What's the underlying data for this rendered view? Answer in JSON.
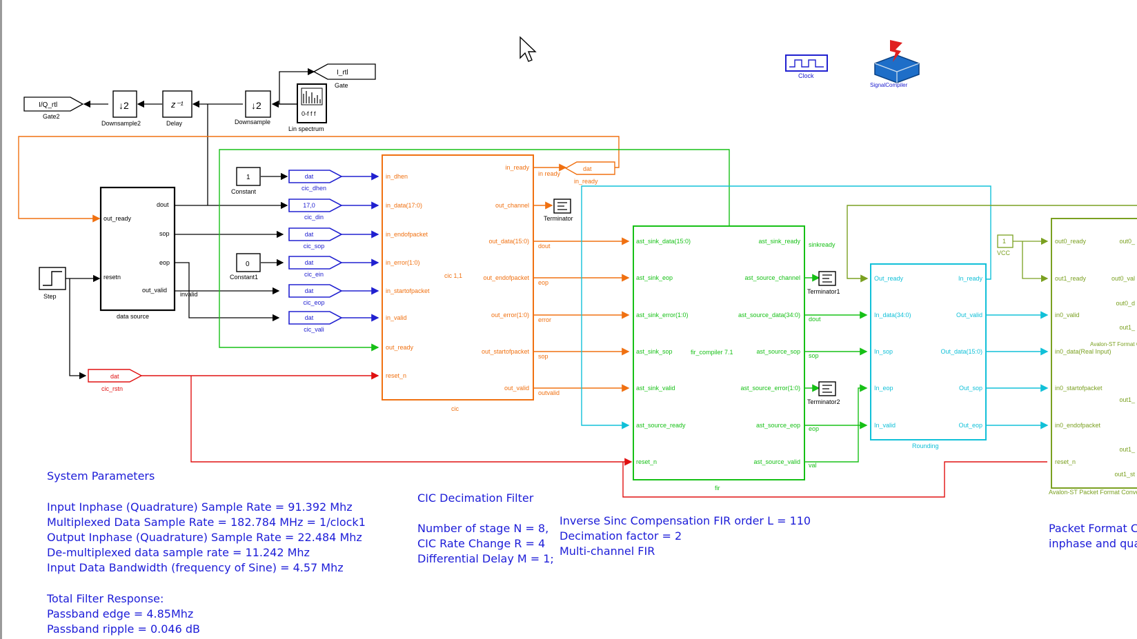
{
  "top_blocks": {
    "gate2": "I/Q_rtl",
    "gate2_caption": "Gate2",
    "downsample2": "Downsample2",
    "delay": "Delay",
    "downsample": "Downsample",
    "spectrum": "Lin spectrum",
    "gate": "I_rtl",
    "gate_caption": "Gate",
    "clock": "Clock",
    "signalcompiler": "SignalCompiler"
  },
  "source": {
    "name": "data source",
    "ports_in": [
      "out_ready",
      "resetn"
    ],
    "ports_out": [
      "dout",
      "sop",
      "eop",
      "out_valid"
    ],
    "step": "Step",
    "constant": "Constant",
    "constant1": "Constant1",
    "const_val": "1",
    "const1_val": "0",
    "valid_label": "invalid"
  },
  "cic_inputs": [
    {
      "label": "cic_dhen",
      "tag": "dat"
    },
    {
      "label": "cic_din",
      "tag": "17,0"
    },
    {
      "label": "cic_sop",
      "tag": "dat"
    },
    {
      "label": "cic_ein",
      "tag": "dat"
    },
    {
      "label": "cic_eop",
      "tag": "dat"
    },
    {
      "label": "cic_vali",
      "tag": "dat"
    }
  ],
  "reset_tag": {
    "tag": "dat",
    "label": "cic_rstn"
  },
  "cic": {
    "name": "cic",
    "ports_in": [
      "in_dhen",
      "in_data(17:0)",
      "in_endofpacket",
      "in_error(1:0)",
      "in_startofpacket",
      "in_valid",
      "out_ready",
      "reset_n"
    ],
    "ports_out": [
      "in_ready",
      "out_channel",
      "out_data(15:0)",
      "out_endofpacket",
      "out_error(1:0)",
      "out_startofpacket",
      "out_valid"
    ],
    "center": "cic 1,1",
    "out_labels": [
      "in ready",
      "dout",
      "eop",
      "error",
      "sop",
      "outvalid"
    ],
    "ready_tag": "dat",
    "ready_label": "in_ready",
    "terminator": "Terminator"
  },
  "fir": {
    "name": "fir",
    "ports_in": [
      "ast_sink_data(15:0)",
      "ast_sink_eop",
      "ast_sink_error(1:0)",
      "ast_sink_sop",
      "ast_sink_valid",
      "ast_source_ready",
      "reset_n"
    ],
    "ports_out": [
      "ast_sink_ready",
      "ast_source_channel",
      "ast_source_data(34:0)",
      "ast_source_sop",
      "ast_source_error(1:0)",
      "ast_source_eop",
      "ast_source_valid"
    ],
    "center": "fir_compiler 7.1",
    "out_labels": [
      "sinkready",
      "dout",
      "sop",
      "eop",
      "val"
    ],
    "term1": "Terminator1",
    "term2": "Terminator2"
  },
  "rounding": {
    "name": "Rounding",
    "ports_in": [
      "Out_ready",
      "In_data(34:0)",
      "In_sop",
      "In_eop",
      "In_valid"
    ],
    "ports_out": [
      "In_ready",
      "Out_valid",
      "Out_data(15:0)",
      "Out_sop",
      "Out_eop"
    ]
  },
  "packet": {
    "name": "Avalon-ST Packet Format Converter",
    "ports_in": [
      "out0_ready",
      "out1_ready",
      "in0_valid",
      "in0_data(Real Input)",
      "in0_startofpacket",
      "in0_endofpacket",
      "reset_n"
    ],
    "ports_out": [
      "out0_",
      "out0_val",
      "out0_d",
      "out1_",
      "out1_",
      "out1_",
      "out1_st"
    ],
    "vcc": "VCC",
    "vcc_tag": "1",
    "center": "Avalon-ST Format Converter"
  },
  "notes": {
    "sys_title": "System Parameters",
    "sys_lines": [
      "Input Inphase (Quadrature) Sample Rate = 91.392 Mhz",
      "Multiplexed Data Sample Rate = 182.784 MHz = 1/clock1",
      "Output Inphase (Quadrature) Sample Rate = 22.484 Mhz",
      "De-multiplexed data sample rate = 11.242 Mhz",
      "Input Data Bandwidth (frequency of Sine) = 4.57 Mhz"
    ],
    "resp_title": "Total Filter Response:",
    "resp_lines": [
      "Passband edge = 4.85Mhz",
      "Passband ripple = 0.046 dB"
    ],
    "cic_title": "CIC Decimation Filter",
    "cic_lines": [
      "Number of stage N = 8,",
      "CIC Rate Change R = 4",
      "Differential Delay M = 1;"
    ],
    "fir_lines": [
      "Inverse Sinc Compensation FIR order L = 110",
      "Decimation factor = 2",
      "Multi-channel FIR"
    ],
    "packet_lines": [
      "Packet Format Converter",
      "inphase and quadrature"
    ]
  },
  "colors": {
    "wire": "#000000",
    "orange": "#f07010",
    "blue": "#2020d0",
    "red": "#e01010",
    "green": "#16c016",
    "cyan": "#10c0d8",
    "olive": "#7aa020",
    "note": "#1c1cd8"
  }
}
